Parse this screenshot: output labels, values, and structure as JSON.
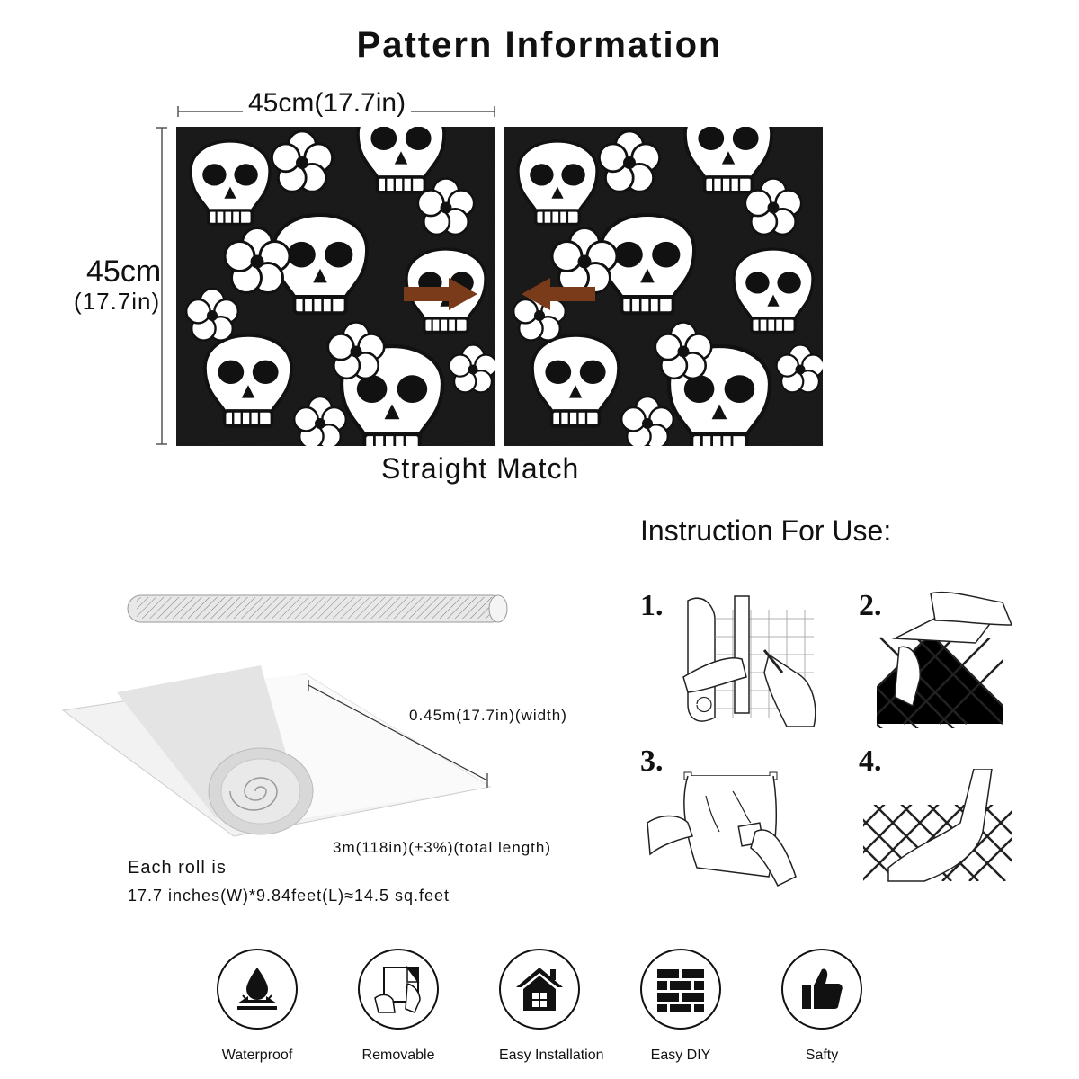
{
  "title": "Pattern Information",
  "pattern": {
    "width_label": "45cm(17.7in)",
    "height_label_cm": "45cm",
    "height_label_in": "(17.7in)",
    "match_label": "Straight Match",
    "arrow_color": "#7a3b1a"
  },
  "roll": {
    "width_spec": "0.45m(17.7in)(width)",
    "length_spec": "3m(118in)(±3%)(total length)",
    "each_roll_line1": "Each roll is",
    "each_roll_line2": "17.7 inches(W)*9.84feet(L)≈14.5 sq.feet"
  },
  "instructions": {
    "title": "Instruction For Use:",
    "steps": [
      "1.",
      "2.",
      "3.",
      "4."
    ]
  },
  "features": [
    {
      "label": "Waterproof",
      "icon": "water-drop-icon"
    },
    {
      "label": "Removable",
      "icon": "peel-icon"
    },
    {
      "label": "Easy Installation",
      "icon": "house-icon"
    },
    {
      "label": "Easy DIY",
      "icon": "brick-wall-icon"
    },
    {
      "label": "Safty",
      "icon": "thumbs-up-icon"
    }
  ]
}
